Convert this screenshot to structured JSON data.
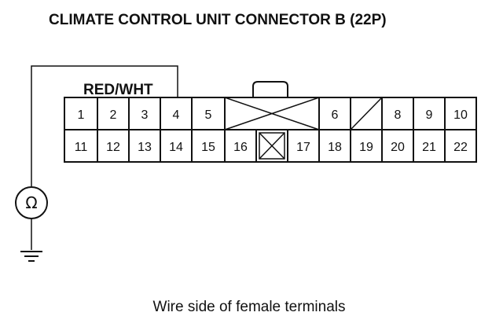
{
  "title": "CLIMATE CONTROL UNIT CONNECTOR B (22P)",
  "wire_label": "RED/WHT",
  "caption": "Wire side of female terminals",
  "meter_symbol": "Ω",
  "icons": {
    "meter": "ohmmeter-icon",
    "ground": "ground-icon",
    "lock_tab": "connector-lock-tab-icon"
  },
  "connector": {
    "top_row": [
      "1",
      "2",
      "3",
      "4",
      "5",
      "6",
      "8",
      "9",
      "10"
    ],
    "bottom_row": [
      "11",
      "12",
      "13",
      "14",
      "15",
      "16",
      "17",
      "18",
      "19",
      "20",
      "21",
      "22"
    ]
  },
  "colors": {
    "ink": "#111111",
    "background": "#ffffff"
  }
}
